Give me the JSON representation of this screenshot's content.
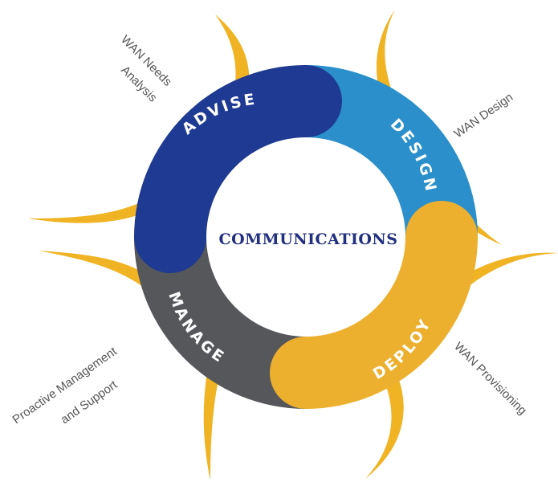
{
  "center_title": "COMMUNICATIONS",
  "colors": {
    "advise": "#1f3a93",
    "design": "#2a8fcb",
    "deploy": "#ecb02e",
    "manage": "#55575b",
    "flares": "#f0b323",
    "center_text": "#22307f",
    "annotation_text": "#555555"
  },
  "segments": [
    {
      "id": "advise",
      "label": "ADVISE"
    },
    {
      "id": "design",
      "label": "DESIGN"
    },
    {
      "id": "deploy",
      "label": "DEPLOY"
    },
    {
      "id": "manage",
      "label": "MANAGE"
    }
  ],
  "annotations": {
    "advise": [
      "WAN Needs",
      "Analysis"
    ],
    "design": [
      "WAN Design"
    ],
    "deploy": [
      "WAN Provisioning"
    ],
    "manage": [
      "Proactive Management",
      "and Support"
    ]
  }
}
